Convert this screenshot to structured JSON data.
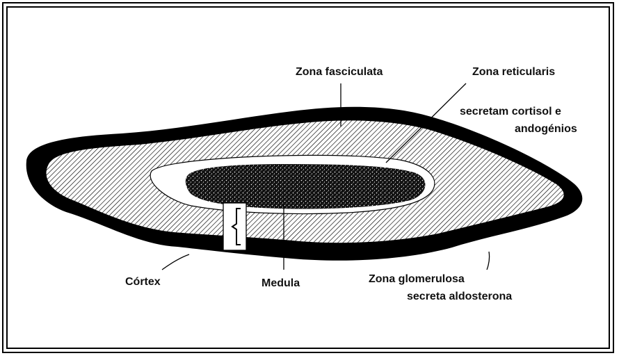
{
  "labels": {
    "zona_fasciculata": "Zona fasciculata",
    "zona_reticularis": "Zona reticularis",
    "reticularis_note_line1": "secretam cortisol e",
    "reticularis_note_line2": "andogénios",
    "cortex": "Córtex",
    "medula": "Medula",
    "zona_glomerulosa": "Zona glomerulosa",
    "glomerulosa_note": "secreta aldosterona"
  },
  "colors": {
    "ink": "#000000",
    "background": "#ffffff"
  }
}
